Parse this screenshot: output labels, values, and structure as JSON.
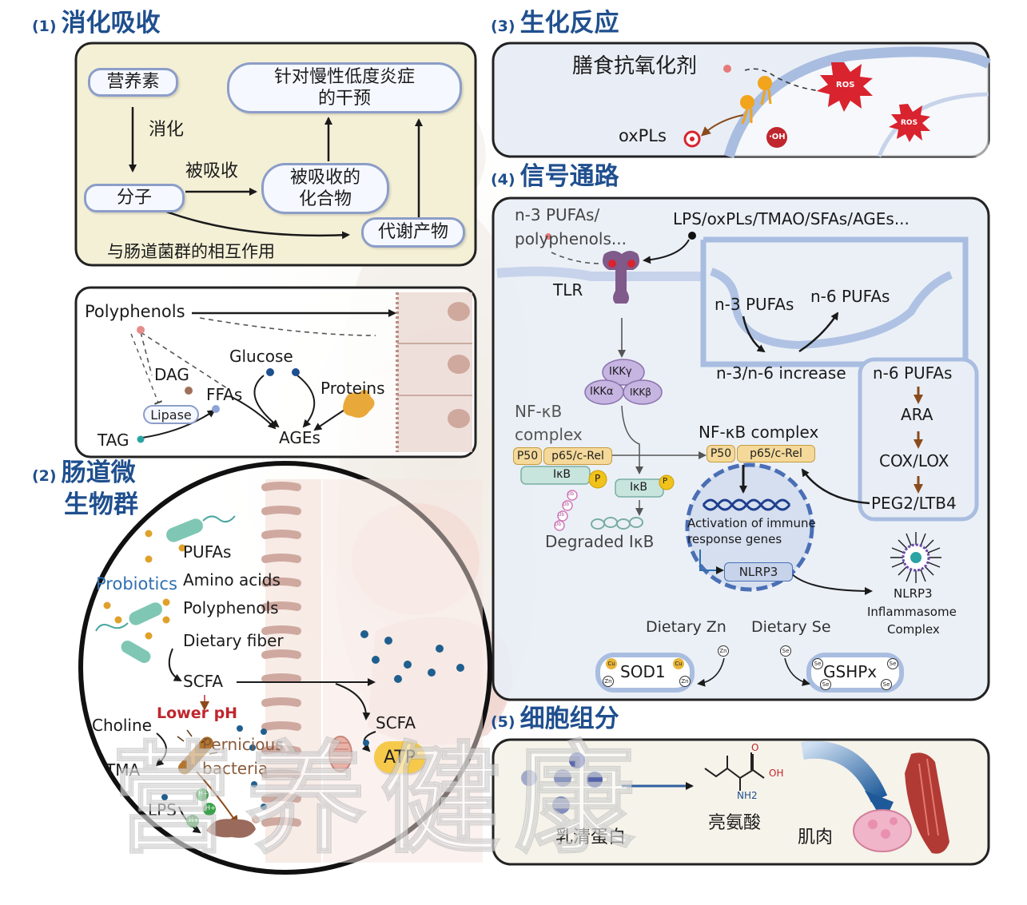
{
  "sections": {
    "s1": {
      "num": "(1)",
      "title": "消化吸收"
    },
    "s2": {
      "num": "(2)",
      "title_line1": "肠道微",
      "title_line2": "生物群"
    },
    "s3": {
      "num": "(3)",
      "title": "生化反应"
    },
    "s4": {
      "num": "(4)",
      "title": "信号通路"
    },
    "s5": {
      "num": "(5)",
      "title": "细胞组分"
    }
  },
  "panel1": {
    "nutrients": "营养素",
    "intervention_line1": "针对慢性低度炎症",
    "intervention_line2": "的干预",
    "digestion": "消化",
    "absorbed_label": "被吸收",
    "molecules": "分子",
    "absorbed_line1": "被吸收的",
    "absorbed_line2": "化合物",
    "metabolites": "代谢产物",
    "gut_interaction": "与肠道菌群的相互作用"
  },
  "panel1b": {
    "polyphenols": "Polyphenols",
    "dag": "DAG",
    "ffas": "FFAs",
    "glucose": "Glucose",
    "proteins": "Proteins",
    "lipase": "Lipase",
    "tag": "TAG",
    "ages": "AGEs"
  },
  "panel2": {
    "pufas": "PUFAs",
    "probiotics": "Probiotics",
    "amino_acids": "Amino acids",
    "polyphenols": "Polyphenols",
    "fiber": "Dietary fiber",
    "scfa": "SCFA",
    "choline": "Choline",
    "lower_ph": "Lower pH",
    "pernicious_line1": "Pernicious",
    "pernicious_line2": "bacteria",
    "tma": "TMA",
    "lps": "LPS",
    "scfa_right": "SCFA",
    "atp": "ATP",
    "h_ion": "H+"
  },
  "panel3": {
    "antioxidants": "膳食抗氧化剂",
    "oxpls": "oxPLs",
    "ros": "ROS",
    "oh": "·OH"
  },
  "panel4": {
    "n3_polyphenols_line1": "n-3 PUFAs/",
    "n3_polyphenols_line2": "polyphenols...",
    "lps_list": "LPS/oxPLs/TMAO/SFAs/AGEs...",
    "tlr": "TLR",
    "ikkg": "IKKγ",
    "ikka": "IKKα",
    "ikkb": "IKKβ",
    "nfkb_left_line1": "NF-κB",
    "nfkb_left_line2": "complex",
    "p50": "P50",
    "p65": "p65/c-Rel",
    "ikb": "IκB",
    "p": "P",
    "ub": "Ub",
    "degraded": "Degraded IκB",
    "nfkb_right": "NF-κB complex",
    "activation_line1": "Activation of immune",
    "activation_line2": "response genes",
    "nlrp3": "NLRP3",
    "inflammasome_line1": "NLRP3",
    "inflammasome_line2": "Inflammasome",
    "inflammasome_line3": "Complex",
    "n3": "n-3 PUFAs",
    "n6": "n-6 PUFAs",
    "ratio": "n-3/n-6 increase",
    "cascade": [
      "n-6 PUFAs",
      "ARA",
      "COX/LOX",
      "PEG2/LTB4"
    ],
    "zn": "Dietary Zn",
    "se": "Dietary Se",
    "sod1": "SOD1",
    "gshpx": "GSHPx",
    "cu": "Cu",
    "zn_ion": "Zn",
    "se_ion": "Se"
  },
  "panel5": {
    "whey": "乳清蛋白",
    "leucine": "亮氨酸",
    "muscle": "肌肉",
    "oh": "OH",
    "o": "O",
    "nh2": "NH2"
  },
  "colors": {
    "section_title": "#1f4f8e",
    "panel1_fill": "#f4f0d6",
    "pill_border": "#8c9dc8",
    "panel_border": "#222222",
    "ros": "#d9232e",
    "lower_ph": "#c0262d",
    "probiotics": "#2f6fb0",
    "atp": "#f6c94a",
    "membrane": "#a9bde0",
    "arrow_brown": "#8a4b1c"
  },
  "watermark": "营养健康"
}
